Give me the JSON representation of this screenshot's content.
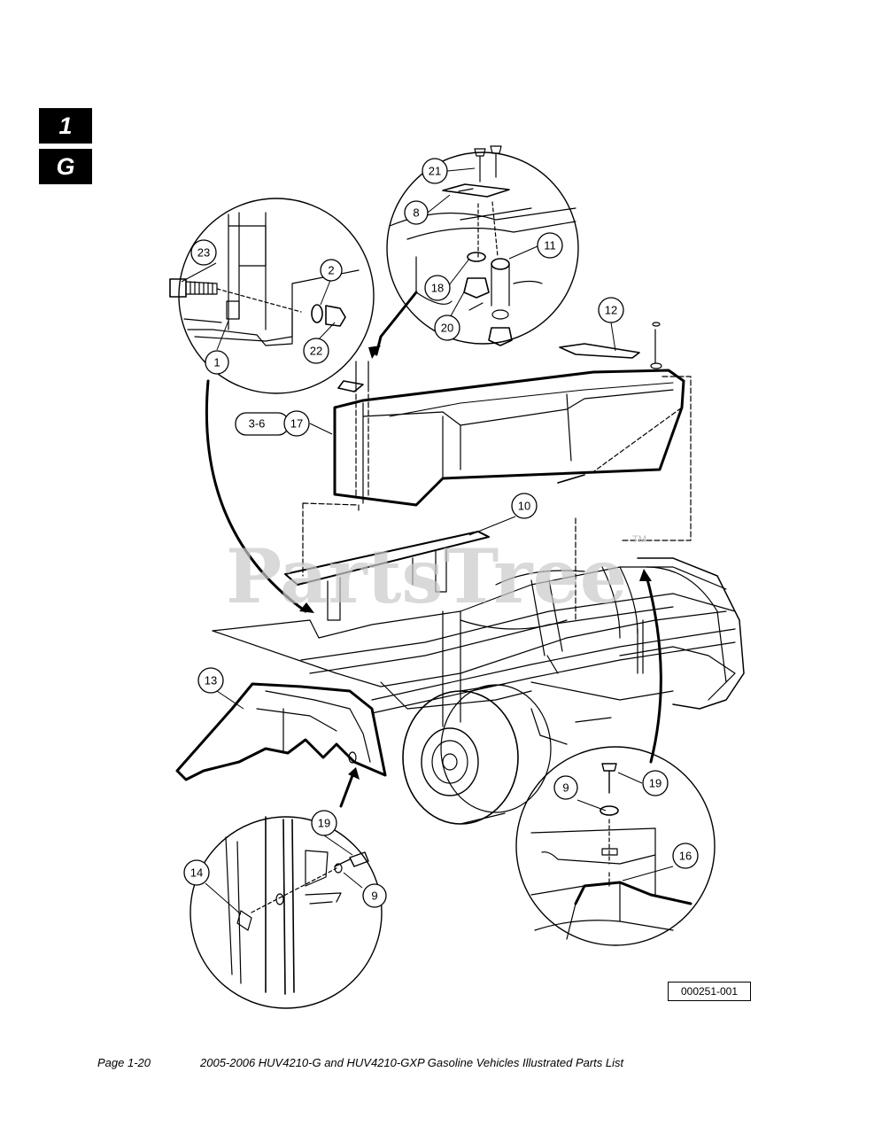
{
  "section_tabs": [
    "1",
    "G"
  ],
  "watermark": {
    "text": "PartsTree",
    "tm": "TM"
  },
  "callouts": {
    "c1": "1",
    "c2": "2",
    "c22": "22",
    "c23": "23",
    "c21": "21",
    "c8": "8",
    "c18": "18",
    "c20": "20",
    "c11": "11",
    "c12": "12",
    "c36": "3-6",
    "c17": "17",
    "c10": "10",
    "c13": "13",
    "c14": "14",
    "c19a": "19",
    "c9a": "9",
    "c9b": "9",
    "c19b": "19",
    "c16": "16"
  },
  "figure_number": "000251-001",
  "footer": {
    "page": "Page 1-20",
    "title": "2005-2006 HUV4210-G and HUV4210-GXP Gasoline Vehicles Illustrated Parts List"
  }
}
